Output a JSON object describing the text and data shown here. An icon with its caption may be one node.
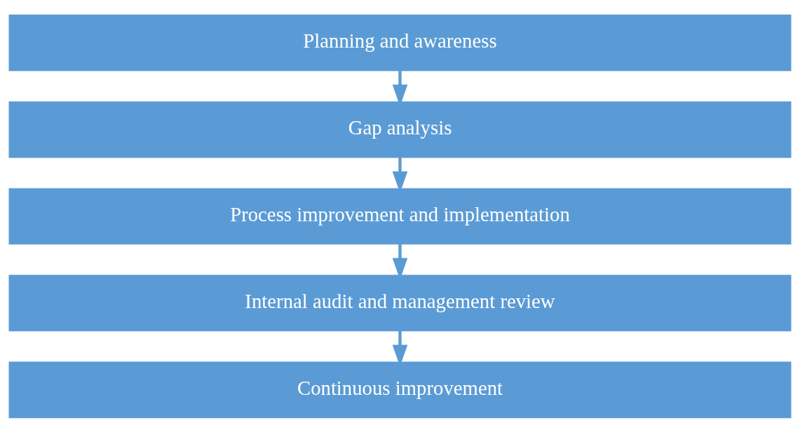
{
  "diagram": {
    "nodes": [
      {
        "text": [
          "Planning and awareness"
        ]
      },
      {
        "text": [
          "Gap analysis"
        ]
      },
      {
        "text": [
          "Process improvement and implementation"
        ]
      },
      {
        "text": [
          "Internal audit and management review"
        ]
      },
      {
        "text": [
          "Continuous improvement"
        ]
      }
    ],
    "edges": [
      {
        "from": 0,
        "to": 1,
        "arrow": "to"
      },
      {
        "from": 1,
        "to": 2,
        "arrow": "to"
      },
      {
        "from": 2,
        "to": 3,
        "arrow": "to"
      },
      {
        "from": 3,
        "to": 4,
        "arrow": "to"
      }
    ]
  }
}
